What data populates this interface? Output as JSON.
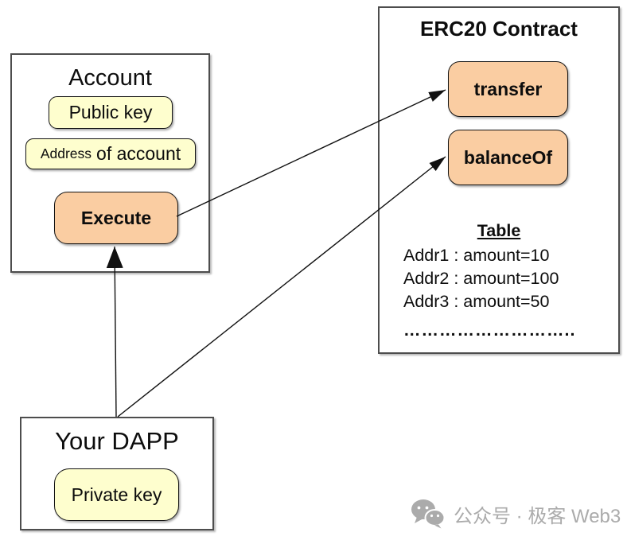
{
  "account": {
    "title": "Account",
    "public_key_label": "Public key",
    "address_label_small": "Address",
    "address_label_large": "of account",
    "execute_label": "Execute"
  },
  "erc20": {
    "title": "ERC20 Contract",
    "transfer_label": "transfer",
    "balanceof_label": "balanceOf",
    "table": {
      "title": "Table",
      "rows": [
        "Addr1 : amount=10",
        "Addr2 : amount=100",
        "Addr3 : amount=50"
      ],
      "ellipsis_row": "……………………….."
    }
  },
  "dapp": {
    "title": "Your DAPP",
    "private_key_label": "Private key"
  },
  "arrows": [
    {
      "from": "execute-node",
      "to": "transfer-node"
    },
    {
      "from": "your-dapp-box",
      "to": "execute-node"
    },
    {
      "from": "your-dapp-box",
      "to": "balanceof-node"
    }
  ],
  "watermark": {
    "icon": "wechat-icon",
    "text": "公众号 · 极客 Web3"
  },
  "colors": {
    "node_yellow": "#FEFECE",
    "node_orange": "#FACDA2",
    "panel_border": "#4D4D4D",
    "node_border": "#141414",
    "arrow": "#111111",
    "watermark": "#ABABAB"
  }
}
